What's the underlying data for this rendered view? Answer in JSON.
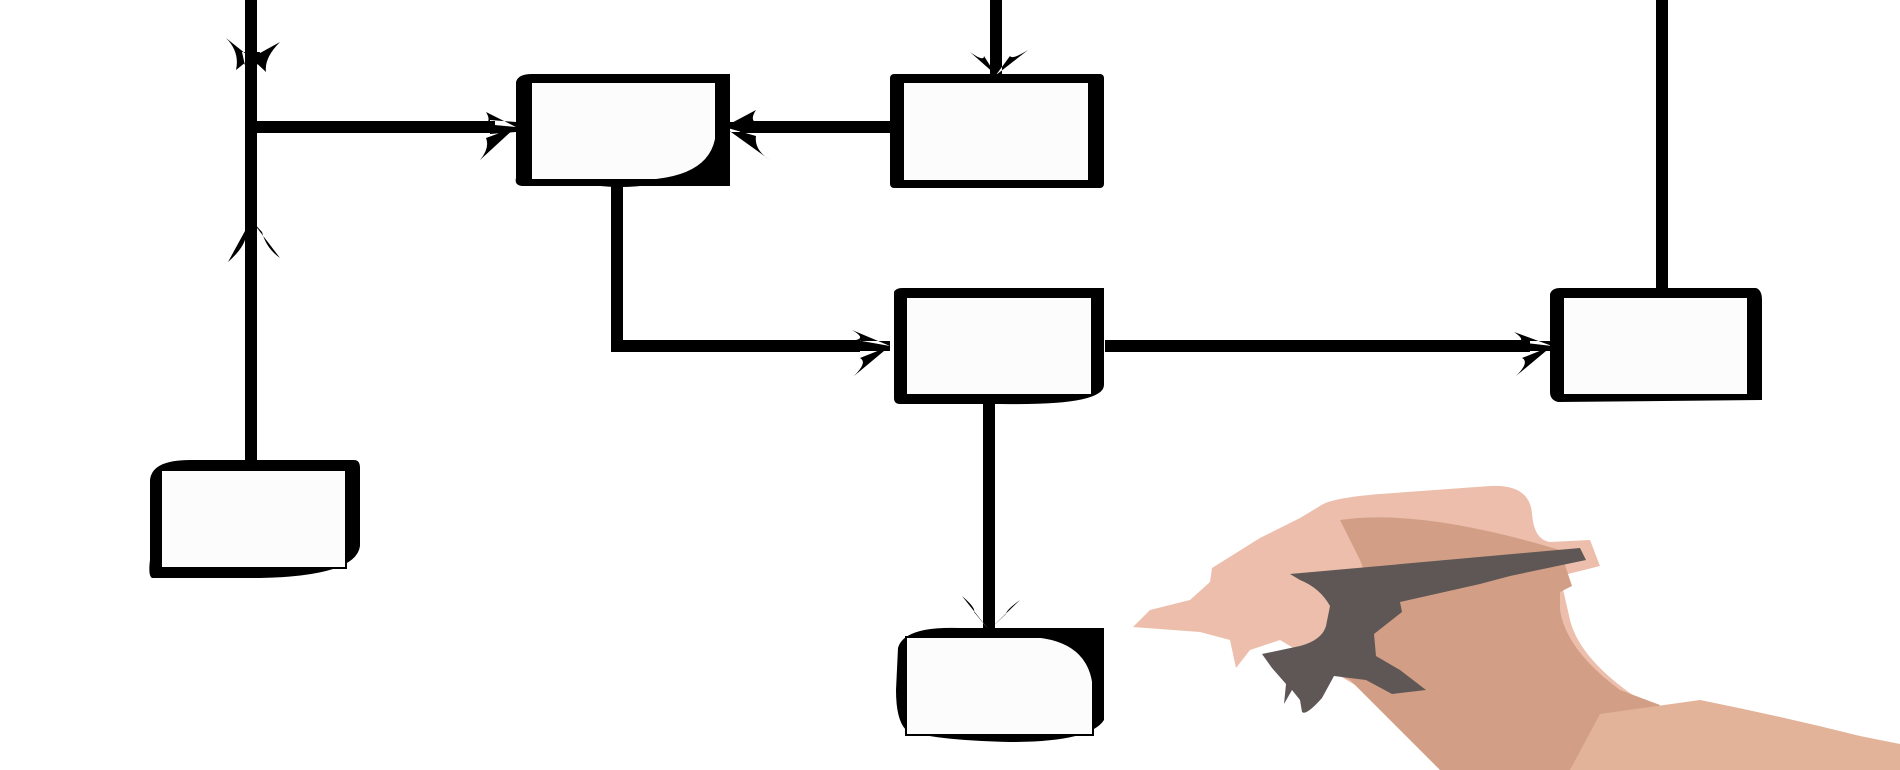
{
  "diagram": {
    "nodes": [
      {
        "id": "node-top-left",
        "label": ""
      },
      {
        "id": "node-top-middle",
        "label": ""
      },
      {
        "id": "node-center",
        "label": ""
      },
      {
        "id": "node-right",
        "label": ""
      },
      {
        "id": "node-bottom-left",
        "label": ""
      },
      {
        "id": "node-bottom-center",
        "label": ""
      }
    ],
    "edges": [
      {
        "from": "off-canvas-top",
        "to": "node-top-middle"
      },
      {
        "from": "node-top-middle",
        "to": "node-top-left"
      },
      {
        "from": "node-bottom-left",
        "to": "node-top-left"
      },
      {
        "from": "off-canvas-top",
        "to": "node-top-left"
      },
      {
        "from": "node-top-left",
        "to": "node-center"
      },
      {
        "from": "node-center",
        "to": "node-right"
      },
      {
        "from": "node-center",
        "to": "node-bottom-center"
      },
      {
        "from": "node-right",
        "to": "off-canvas-top"
      }
    ]
  },
  "colors": {
    "ink": "#000000",
    "box_fill": "#fcfcfc",
    "background": "#ffffff",
    "hand_light": "#ecbeab",
    "hand_mid": "#d29f86",
    "hand_shadow": "#e3b399",
    "pen": "#5e5755"
  },
  "decorations": {
    "hand_icon": "hand-drawing-pen-icon"
  }
}
